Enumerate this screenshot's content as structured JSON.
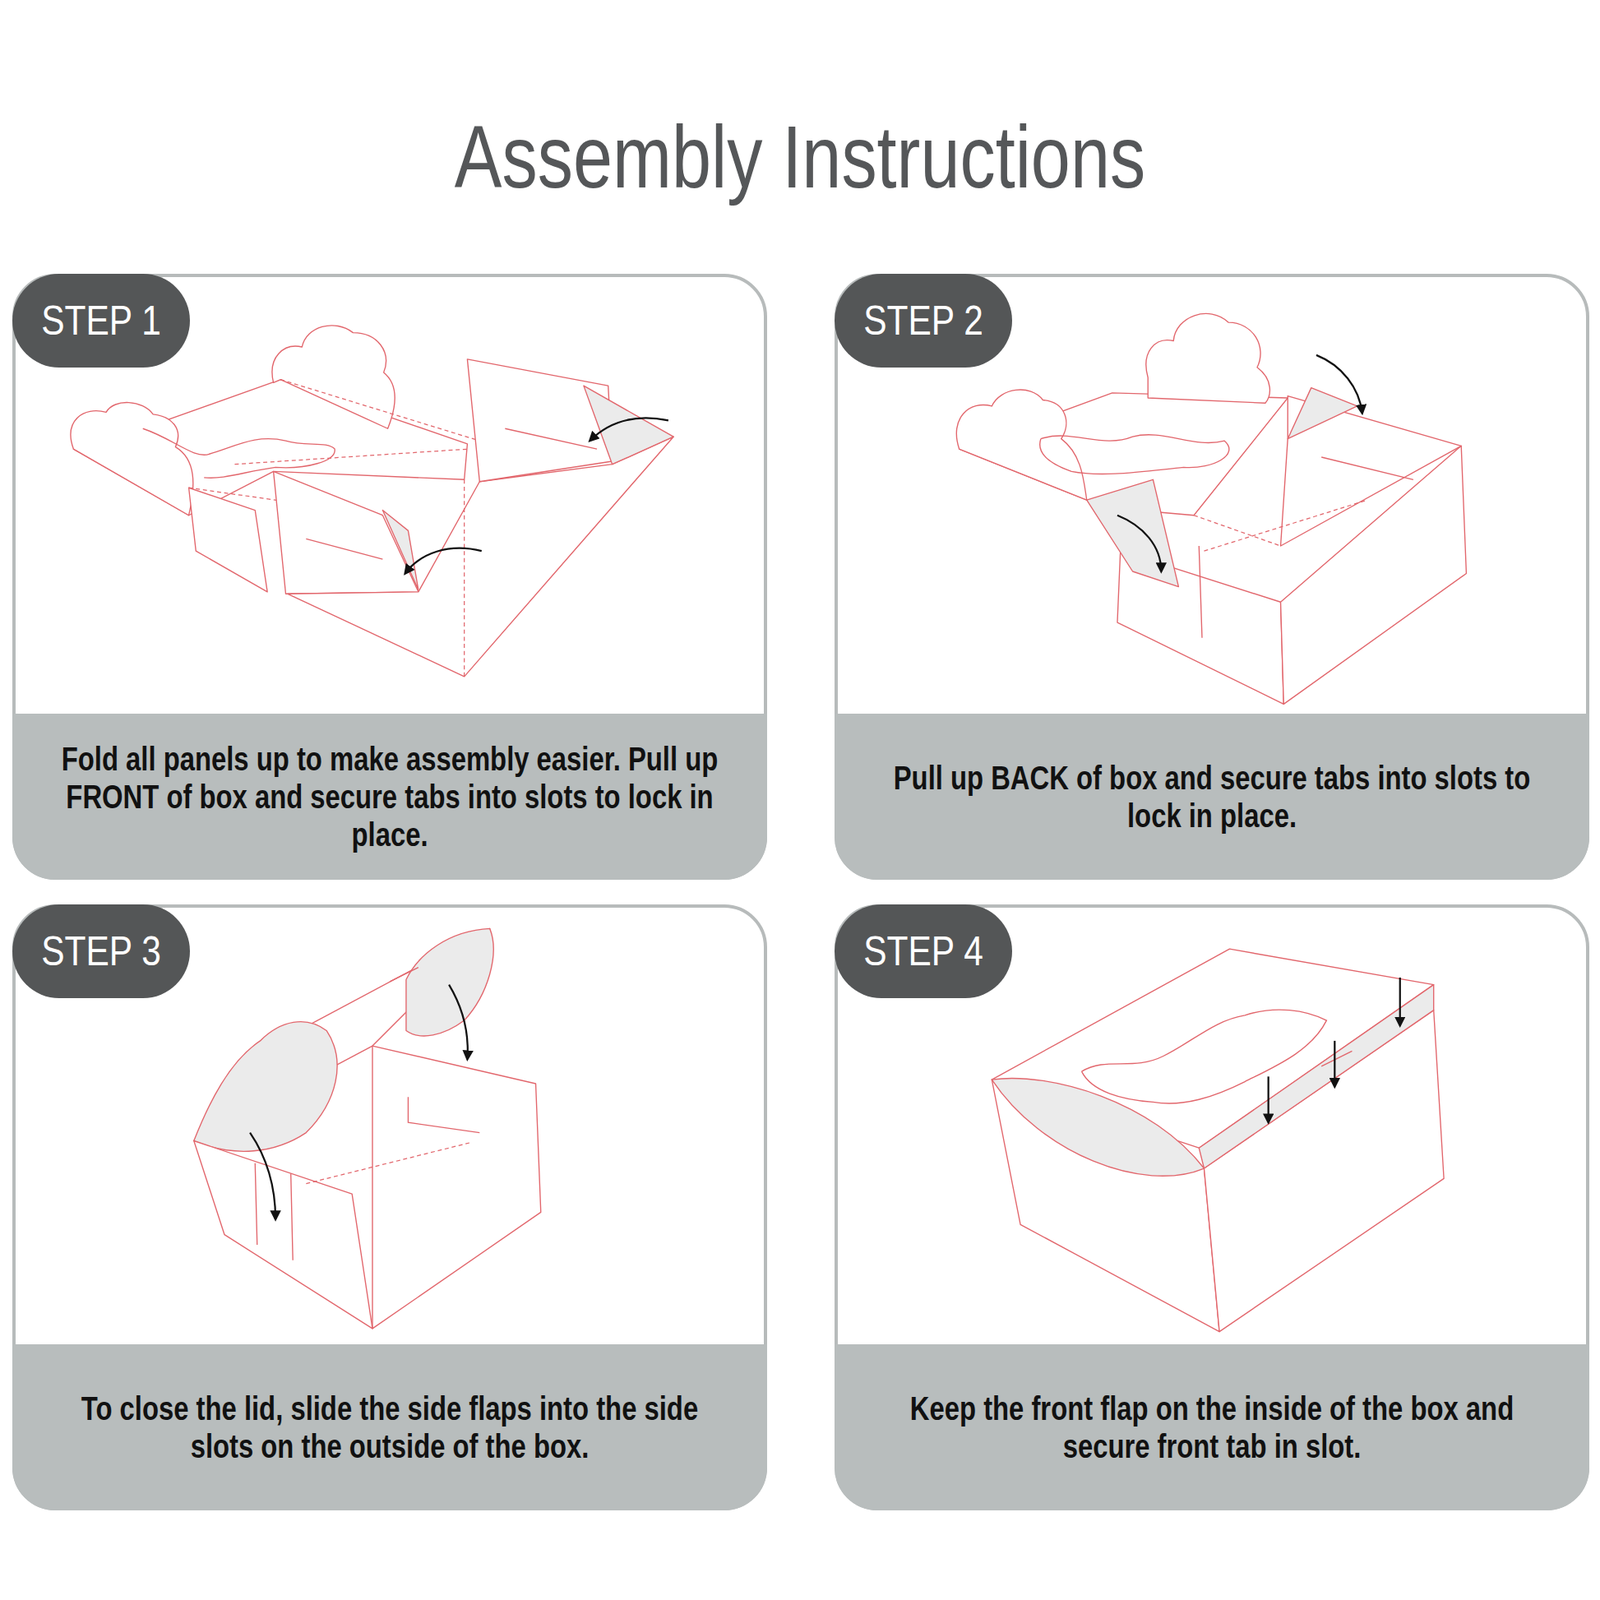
{
  "diagram": {
    "title": "Assembly Instructions",
    "nodes": [
      {
        "text": [
          "STEP 1",
          "Fold all panels up to make assembly easier. Pull up FRONT of box and secure tabs into slots to lock in place."
        ]
      },
      {
        "text": [
          "STEP 2",
          "Pull up BACK of box and secure tabs into slots to lock in place."
        ]
      },
      {
        "text": [
          "STEP 3",
          "To close the lid, slide the side flaps into the side slots on the outside of the box."
        ]
      },
      {
        "text": [
          "STEP 4",
          "Keep the front flap on the inside of the box and secure front tab in slot."
        ]
      }
    ]
  }
}
